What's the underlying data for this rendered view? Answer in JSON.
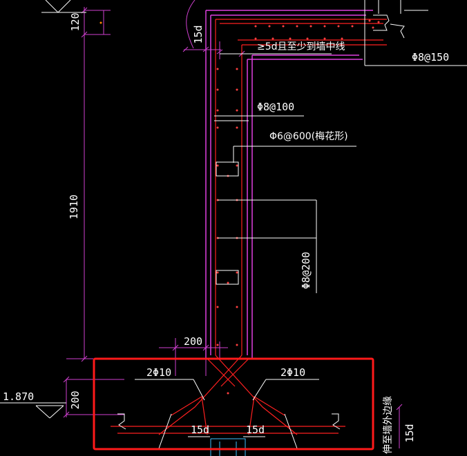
{
  "colors": {
    "background": "#000000",
    "wall_outline": "#e040e0",
    "rebar": "#ff2020",
    "leader": "#ffffff",
    "dimension": "#d040d0",
    "highlight_box": "#ff1a1a",
    "column": "#40c0ff"
  },
  "dimensions": {
    "top_thickness": "120",
    "wall_height": "1910",
    "bottom_thickness": "200",
    "elevation": "1.870",
    "anchor_top": "15d",
    "wall_width": "200",
    "anchor_bottom_left": "15d",
    "anchor_bottom_right": "15d",
    "anchor_side": "15d"
  },
  "annotations": {
    "anchorage_note": "≥5d且至少到墙中线",
    "top_slab_rebar": "Φ8@150",
    "horizontal_rebar": "Φ8@100",
    "tie_bar": "Φ6@600(梅花形)",
    "vertical_rebar": "Φ8@200",
    "corner_bar_left": "2Φ10",
    "corner_bar_right": "2Φ10",
    "side_note": "伸至墙外边缘"
  }
}
